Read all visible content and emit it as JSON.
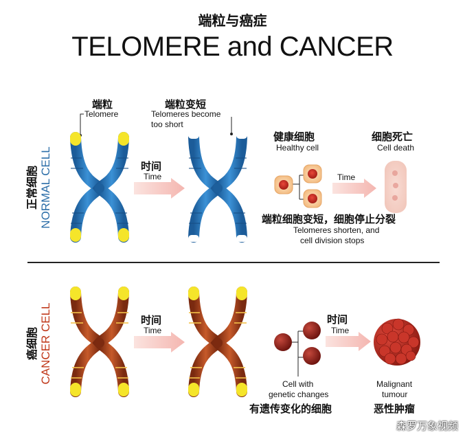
{
  "title_cn": "端粒与癌症",
  "title_en": "TELOMERE and CANCER",
  "normal": {
    "side_cn": "正常细胞",
    "side_en": "NORMAL CELL",
    "telomere_cn": "端粒",
    "telomere_en": "Telomere",
    "short_cn": "端粒变短",
    "short_en_1": "Telomeres become",
    "short_en_2": "too short",
    "time_cn": "时间",
    "time_en": "Time",
    "healthy_cn": "健康细胞",
    "healthy_en": "Healthy cell",
    "death_cn": "细胞死亡",
    "death_en": "Cell death",
    "time2_en": "Time",
    "stop_cn": "端粒细胞变短，细胞停止分裂",
    "stop_en_1": "Telomeres shorten, and",
    "stop_en_2": "cell division stops"
  },
  "cancer": {
    "side_cn": "癌细胞",
    "side_en": "CANCER CELL",
    "time_cn": "时间",
    "time_en": "Time",
    "time2_cn": "时间",
    "time2_en": "Time",
    "genetic_en_1": "Cell with",
    "genetic_en_2": "genetic changes",
    "genetic_cn": "有遗传变化的细胞",
    "malignant_en_1": "Malignant",
    "malignant_en_2": "tumour",
    "malignant_cn": "恶性肿瘤"
  },
  "watermark": "森罗万象视频",
  "colors": {
    "normal_blue": "#2f7fc4",
    "normal_blue_dark": "#1d5f9c",
    "cancer_red": "#b5461d",
    "cancer_dark": "#7c2a10",
    "telomere_yellow": "#f5e52a",
    "arrow_pink": "#f7c8c4",
    "normal_label": "#2c6ea8",
    "cancer_label": "#c0391b"
  }
}
